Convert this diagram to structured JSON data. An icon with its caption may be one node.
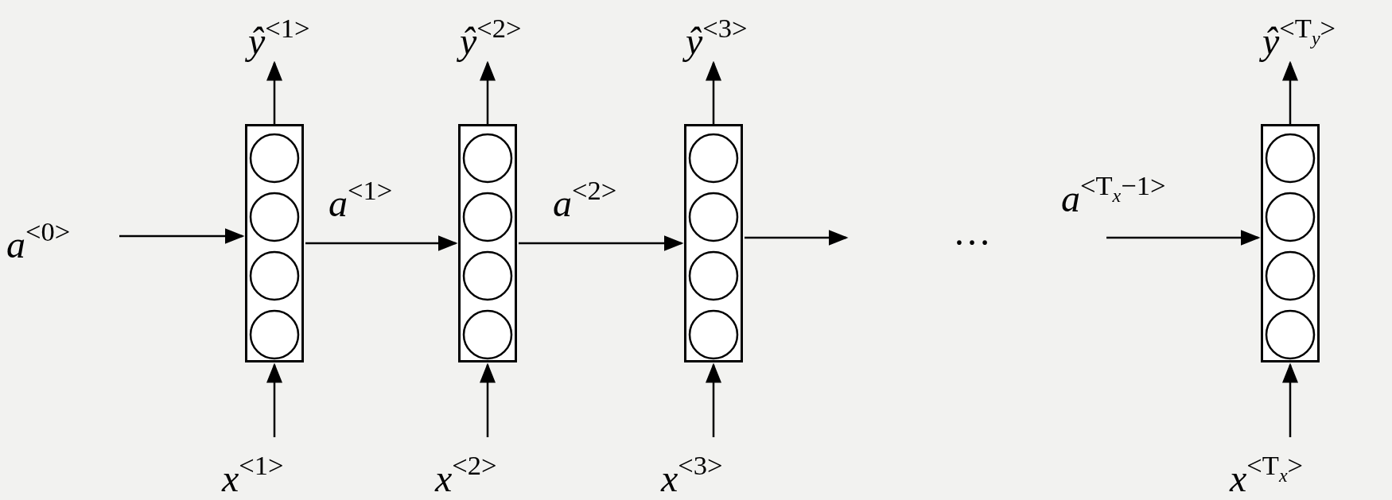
{
  "diagram": {
    "nodes": [
      {
        "text": [
          "ŷ$^{<1>}$"
        ]
      },
      {
        "text": [
          "ŷ$^{<2>}$"
        ]
      },
      {
        "text": [
          "ŷ$^{<3>}$"
        ]
      },
      {
        "text": [
          "ŷ$^{<T}$$_{y}$$^{>}$"
        ]
      },
      {
        "text": [
          "a$^{<0>}$"
        ]
      },
      {
        "text": [],
        "shape": "box"
      },
      {
        "text": [],
        "shape": "box"
      },
      {
        "text": [],
        "shape": "box"
      },
      {
        "text": [],
        "shape": "box"
      },
      {
        "text": [
          "x$^{<1>}$"
        ]
      },
      {
        "text": [
          "x$^{<2>}$"
        ]
      },
      {
        "text": [
          "x$^{<3>}$"
        ]
      },
      {
        "text": [
          "x$^{<T}$$_{x}$$^{>}$"
        ]
      }
    ],
    "edges": [
      {
        "from": 4,
        "to": 5,
        "arrow": "to"
      },
      {
        "from": 5,
        "to": 6,
        "arrow": "to",
        "label": "a$^{<1>}$"
      },
      {
        "from": 6,
        "to": 7,
        "arrow": "to",
        "label": "a$^{<2>}$"
      },
      {
        "from": 7,
        "to": null,
        "arrow": "to"
      },
      {
        "from": null,
        "to": 8,
        "arrow": "to",
        "label": "a$^{<T}$$_{x}$$^{−1>}$"
      },
      {
        "from": 9,
        "to": 5,
        "arrow": "to"
      },
      {
        "from": 10,
        "to": 6,
        "arrow": "to"
      },
      {
        "from": 11,
        "to": 7,
        "arrow": "to"
      },
      {
        "from": 12,
        "to": 8,
        "arrow": "to"
      },
      {
        "from": 5,
        "to": 0,
        "arrow": "to"
      },
      {
        "from": 6,
        "to": 1,
        "arrow": "to"
      },
      {
        "from": 7,
        "to": 2,
        "arrow": "to"
      },
      {
        "from": 8,
        "to": 3,
        "arrow": "to"
      }
    ],
    "labels": [
      "…"
    ]
  }
}
